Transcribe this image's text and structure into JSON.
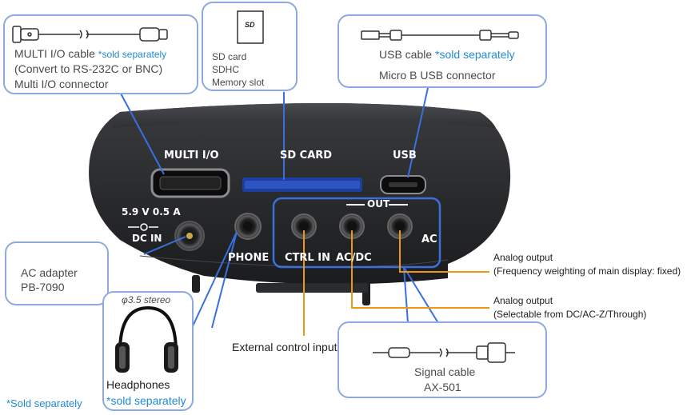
{
  "callouts": {
    "multi_io": {
      "line1": "MULTI I/O cable",
      "line1_note": "*sold separately",
      "line2": "(Convert to RS-232C or BNC)",
      "line3": "Multi I/O connector"
    },
    "sd": {
      "icon_text": "SD",
      "line1": "SD card",
      "line2": "SDHC",
      "line3": "Memory slot"
    },
    "usb": {
      "line1": "USB cable",
      "line1_note": "*sold separately",
      "line2": "Micro B USB connector"
    },
    "ac_adapter": {
      "line1": "AC adapter",
      "line2": "PB-7090"
    },
    "headphones": {
      "spec": "φ3.5 stereo",
      "line1": "Headphones",
      "line2": "*sold separately"
    },
    "signal_cable": {
      "line1": "Signal cable",
      "line2": "AX-501"
    }
  },
  "annotations": {
    "analog_fixed": {
      "line1": "Analog output",
      "line2": "(Frequency weighting of main display: fixed)"
    },
    "analog_selectable": {
      "line1": "Analog output",
      "line2": "(Selectable from DC/AC-Z/Through)"
    },
    "external_control": "External control input",
    "sold_separately_footnote": "*Sold separately"
  },
  "device_labels": {
    "multi_io": "MULTI I/O",
    "sd_card": "SD CARD",
    "usb": "USB",
    "voltage": "5.9 V  0.5 A",
    "dc_in": "DC  IN",
    "phone": "PHONE",
    "ctrl_in": "CTRL IN",
    "ac_dc": "AC/DC",
    "out": "OUT",
    "ac": "AC"
  },
  "colors": {
    "callout_border": "#8fa9de",
    "note_blue": "#1f8ad6",
    "highlight_box": "#3a6fe0",
    "leader_orange": "#f0960f",
    "leader_blue": "#3a6fe0",
    "device_body": "#2a2b2d"
  },
  "icons": [
    "sd-card-icon",
    "usb-cable-icon",
    "multi-io-cable-icon",
    "signal-cable-icon",
    "headphones-icon"
  ]
}
